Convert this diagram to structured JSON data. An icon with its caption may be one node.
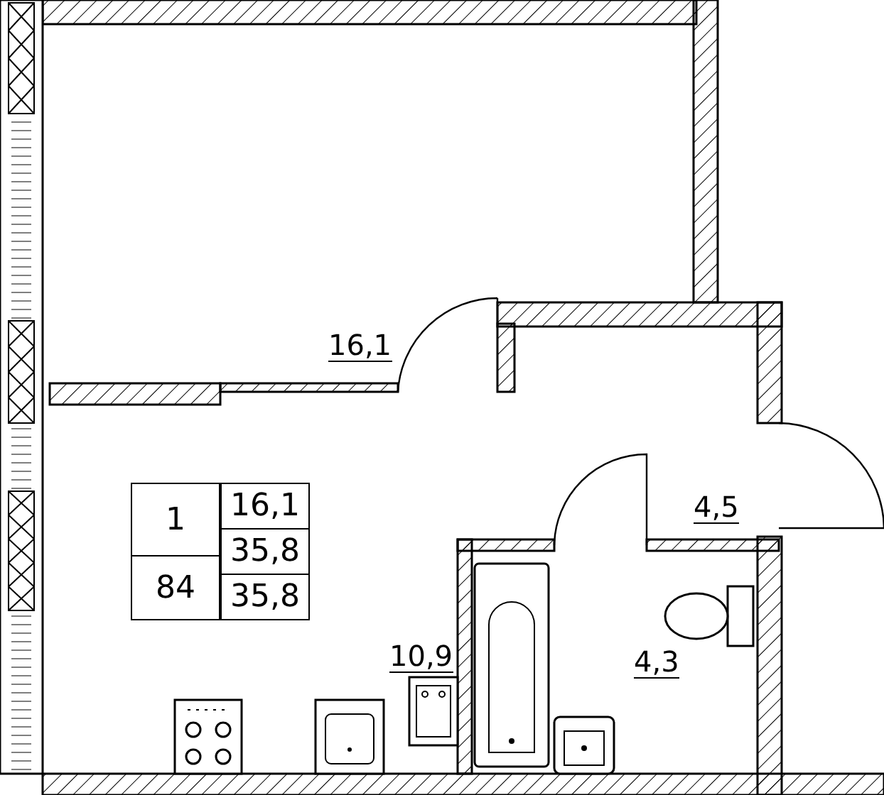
{
  "diagram": {
    "labels": [
      "16,1",
      "1",
      "16,1",
      "35,8",
      "84",
      "35,8",
      "4,5",
      "10,9",
      "4,3"
    ]
  }
}
